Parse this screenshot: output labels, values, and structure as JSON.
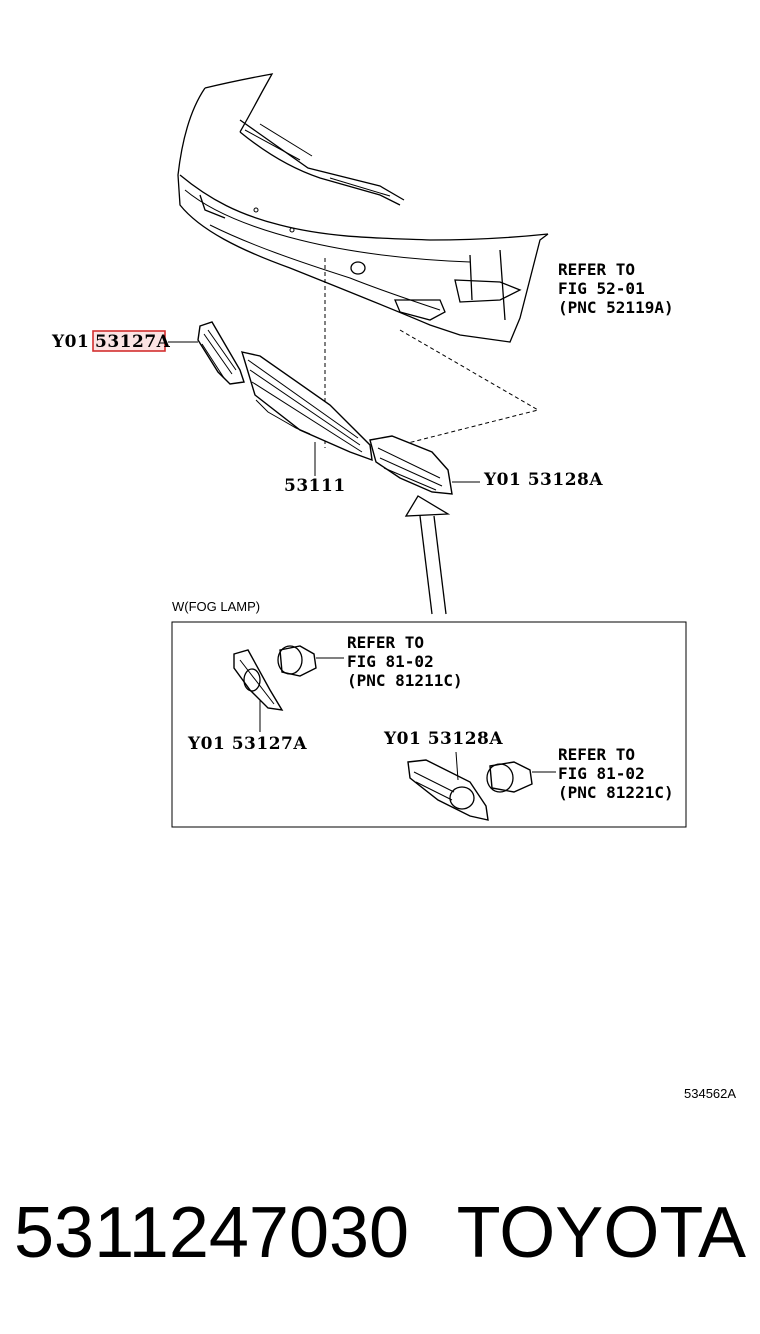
{
  "labels": {
    "top_left_prefix": "Y01",
    "top_left_code": "53127A",
    "center_grille": "53111",
    "top_right": "Y01 53128A",
    "refer_bumper": [
      "REFER TO",
      "FIG 52-01",
      "(PNC 52119A)"
    ],
    "fog_title": "W(FOG LAMP)",
    "refer_fog_left": [
      "REFER TO",
      "FIG 81-02",
      "(PNC 81211C)"
    ],
    "fog_left_code": "Y01 53127A",
    "fog_right_code": "Y01 53128A",
    "refer_fog_right": [
      "REFER TO",
      "FIG 81-02",
      "(PNC 81221C)"
    ],
    "figure_id": "534562A"
  },
  "footer": {
    "part_number": "5311247030",
    "brand": "TOYOTA"
  },
  "colors": {
    "highlight": "#d32f2f",
    "highlight_fill": "#fbe3e3"
  }
}
